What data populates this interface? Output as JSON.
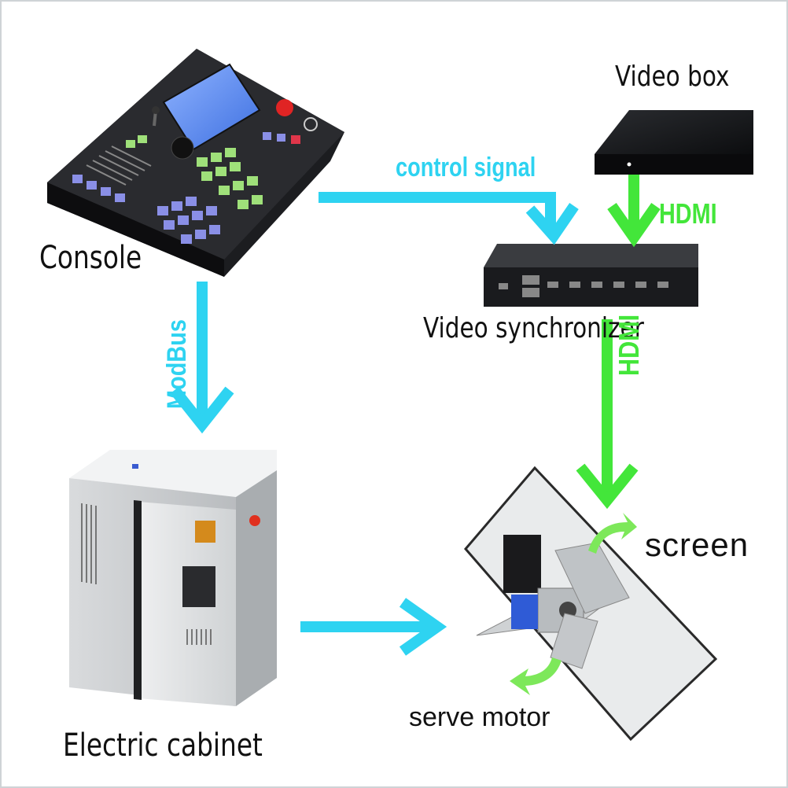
{
  "labels": {
    "console": "Console",
    "electric_cabinet": "Electric cabinet",
    "video_box": "Video box",
    "video_synchronizer": "Video synchronizer",
    "screen": "screen",
    "serve_motor": "serve motor",
    "control_signal": "control signal",
    "hdmi_top": "HDMI",
    "hdmi_side": "HDMI",
    "modbus": "ModBus"
  },
  "colors": {
    "control_arrow": "#2ed3f1",
    "hdmi_arrow": "#43e63a"
  }
}
